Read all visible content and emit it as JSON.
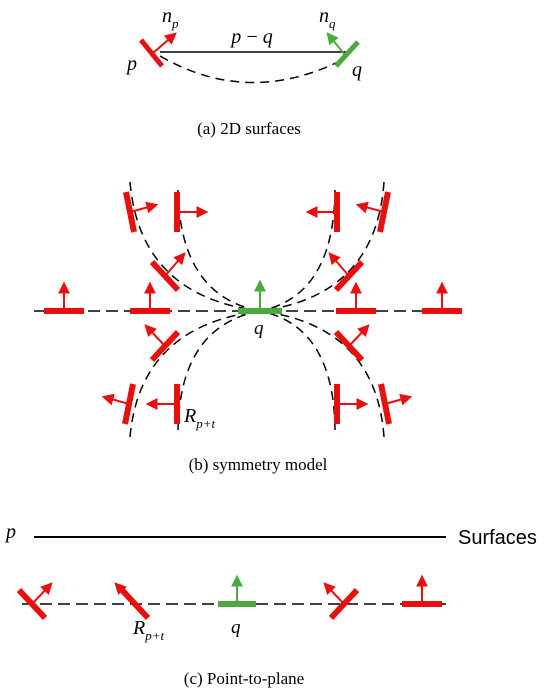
{
  "panels": {
    "a": {
      "caption": "(a) 2D surfaces",
      "labels": {
        "p": "p",
        "q": "q",
        "n_base": "n",
        "n_p_sub": "p",
        "n_q_sub": "q",
        "diff": "p − q"
      }
    },
    "b": {
      "caption": "(b) symmetry model",
      "labels": {
        "q": "q",
        "r_base": "R",
        "r_sub": "p+t"
      }
    },
    "c": {
      "caption": "(c) Point-to-plane",
      "labels": {
        "p": "p",
        "surfaces": "Surfaces",
        "q": "q",
        "r_base": "R",
        "r_sub": "p+t"
      }
    }
  },
  "colors": {
    "red": "#e8100f",
    "green": "#4aaa3e",
    "line": "#000000"
  }
}
